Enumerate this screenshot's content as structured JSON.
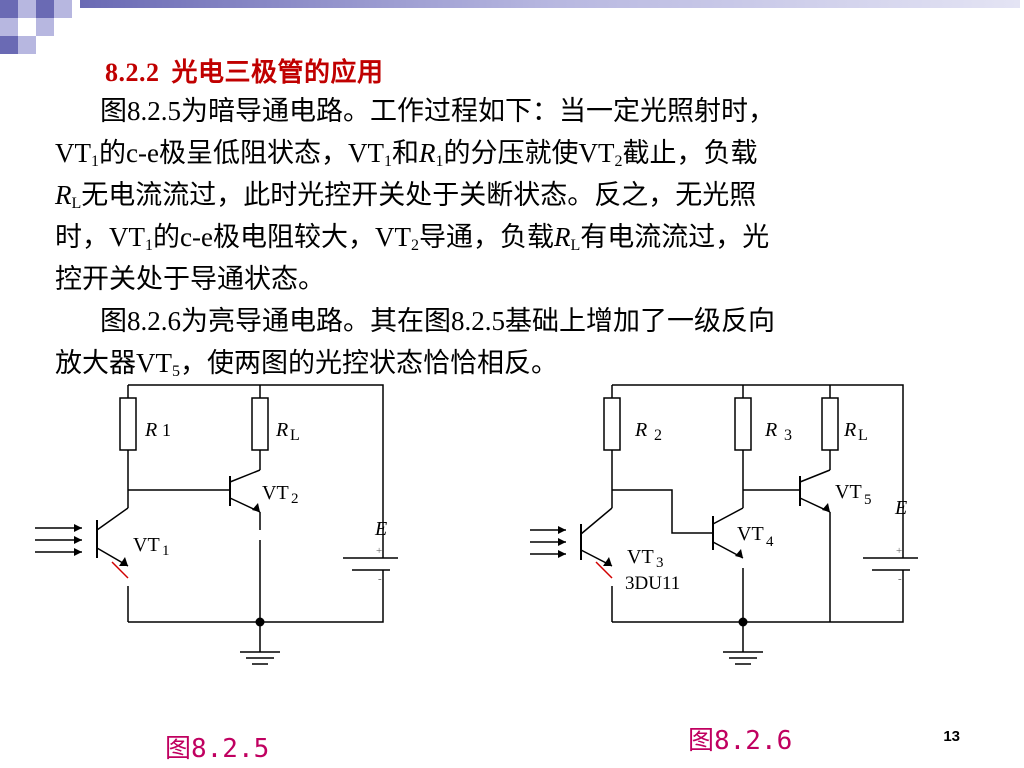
{
  "slide": {
    "section_number": "8.2.2",
    "section_title": "光电三极管的应用",
    "page_number": "13"
  },
  "colors": {
    "title": "#c00000",
    "caption": "#c00060",
    "deco_dark": "#6a6ab4",
    "deco_light": "#b7b7e0"
  },
  "paragraph1": {
    "l1": "图8.2.5为暗导通电路。工作过程如下：当一定光照射时，",
    "l2_a": "VT",
    "l2_a_sub": "1",
    "l2_b": "的c-e极呈低阻状态，VT",
    "l2_b_sub": "1",
    "l2_c": "和",
    "l2_d": "R",
    "l2_d_sub": "1",
    "l2_e": "的分压就使VT",
    "l2_e_sub": "2",
    "l2_f": "截止，负载",
    "l3_a": "R",
    "l3_a_sub": "L",
    "l3_b": "无电流流过，此时光控开关处于关断状态。反之，无光照",
    "l4_a": "时，VT",
    "l4_a_sub": "1",
    "l4_b": "的c-e极电阻较大，VT",
    "l4_b_sub": "2",
    "l4_c": "导通，负载",
    "l4_d": "R",
    "l4_d_sub": "L",
    "l4_e": "有电流流过，光",
    "l5": "控开关处于导通状态。"
  },
  "paragraph2": {
    "l1": "图8.2.6为亮导通电路。其在图8.2.5基础上增加了一级反向",
    "l2_a": "放大器VT",
    "l2_a_sub": "5",
    "l2_b": "，使两图的光控状态恰恰相反。"
  },
  "fig1": {
    "caption": "图8.2.5",
    "r1_letter": "R",
    "r1_num": "1",
    "rl_letter": "R",
    "rl_sub": "L",
    "vt2_label": "VT",
    "vt2_sub": "2",
    "vt1_label": "VT",
    "vt1_sub": "1",
    "e_label": "E",
    "plus": "+",
    "minus": "-"
  },
  "fig2": {
    "caption": "图8.2.6",
    "r2_letter": "R",
    "r2_num": "2",
    "r3_letter": "R",
    "r3_num": "3",
    "rl_letter": "R",
    "rl_sub": "L",
    "vt5_label": "VT",
    "vt5_sub": "5",
    "e_label": "E",
    "vt4_label": "VT",
    "vt4_sub": "4",
    "vt3_label": "VT",
    "vt3_sub": "3",
    "vt3_part": "3DU11",
    "plus": "+",
    "minus": "-"
  }
}
